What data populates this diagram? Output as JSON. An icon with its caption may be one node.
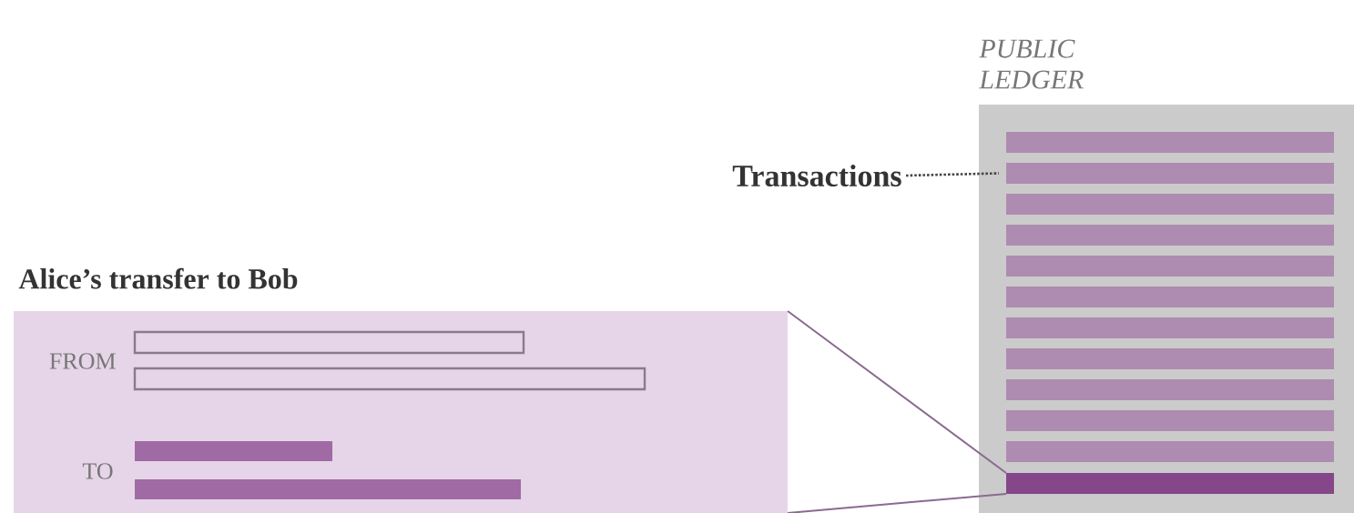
{
  "diagram": {
    "nodes": [
      {
        "text": [
          "PUBLIC LEDGER"
        ]
      },
      {
        "text": [
          "Transactions"
        ]
      },
      {
        "text": [],
        "shape": "bar",
        "in": 0
      },
      {
        "text": [],
        "shape": "bar",
        "in": 0
      },
      {
        "text": [],
        "shape": "bar",
        "in": 0
      },
      {
        "text": [],
        "shape": "bar",
        "in": 0
      },
      {
        "text": [],
        "shape": "bar",
        "in": 0
      },
      {
        "text": [],
        "shape": "bar",
        "in": 0
      },
      {
        "text": [],
        "shape": "bar",
        "in": 0
      },
      {
        "text": [],
        "shape": "bar",
        "in": 0
      },
      {
        "text": [],
        "shape": "bar",
        "in": 0
      },
      {
        "text": [],
        "shape": "bar",
        "in": 0
      },
      {
        "text": [],
        "shape": "bar",
        "in": 0
      },
      {
        "text": [],
        "shape": "bar",
        "in": 0
      },
      {
        "text": [
          "Alice’s transfer to Bob",
          "FROM",
          "TO"
        ]
      },
      {
        "text": [],
        "shape": "box",
        "in": 14
      },
      {
        "text": [],
        "shape": "box",
        "in": 14
      },
      {
        "text": [],
        "shape": "bar",
        "in": 14
      },
      {
        "text": [],
        "shape": "bar",
        "in": 14
      }
    ],
    "edges": [
      {
        "from": 1,
        "to": 3,
        "arrow": "none",
        "style": "dashed"
      },
      {
        "from": 13,
        "to": 14,
        "arrow": "none"
      },
      {
        "from": 13,
        "to": 14,
        "arrow": "none"
      }
    ]
  }
}
